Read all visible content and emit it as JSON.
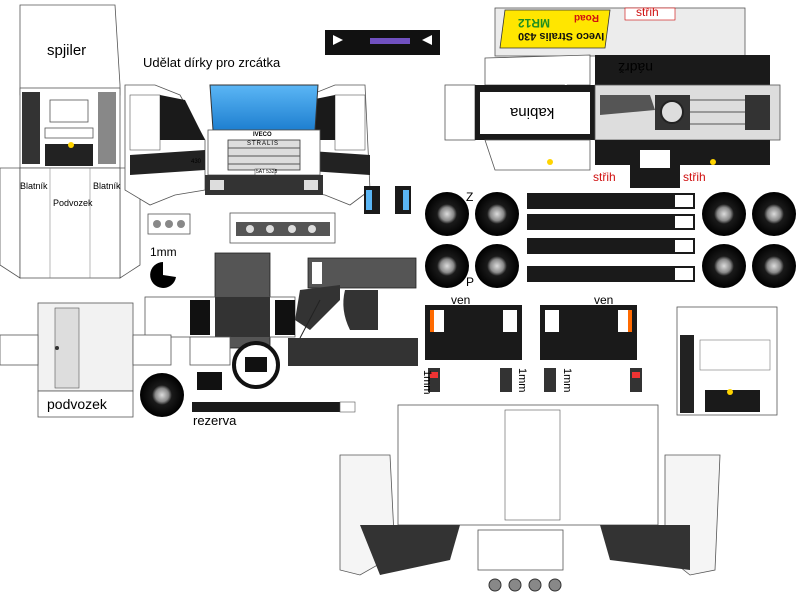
{
  "labels": {
    "spoiler": "spjiler",
    "mirror_holes": "Udělat dírky pro zrcátka",
    "fender_left": "Blatník",
    "fender_right": "Blatník",
    "chassis_small": "Podvozek",
    "chassis": "podvozek",
    "spare": "rezerva",
    "cabin": "kabina",
    "tank": "nádrž",
    "cut_top": "střih",
    "cut_left": "střih",
    "cut_right": "střih",
    "mm1_top": "1mm",
    "mm1_a": "1mm",
    "mm1_b": "1mm",
    "mm1_c": "1mm",
    "out_left": "ven",
    "out_right": "ven",
    "z": "Z",
    "p": "P"
  },
  "plate": {
    "line1": "Iveco Stralis 430",
    "line2": "MR12",
    "road": "Road"
  },
  "grille": {
    "brand": "IVECO",
    "model": "STRALIS",
    "power": "430",
    "reg": "5AT 5325"
  },
  "colors": {
    "windshield": "#3a9ee8",
    "plate_bg": "#ffe600",
    "plate_text": "#1f8f1f",
    "dark": "#2a2a2a",
    "cut_red": "#d01010"
  }
}
